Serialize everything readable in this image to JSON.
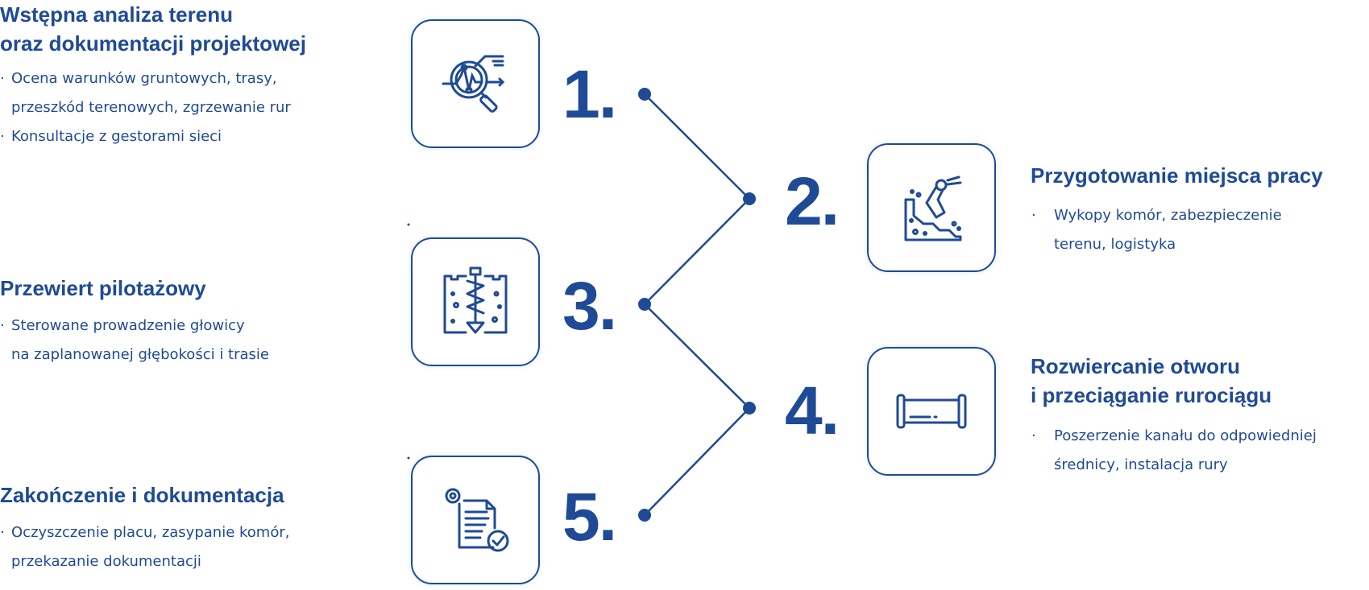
{
  "steps": [
    {
      "number": "1.",
      "title_lines": [
        "Wstępna analiza terenu",
        "oraz dokumentacji projektowej"
      ],
      "bullets": [
        [
          "Ocena warunków gruntowych, trasy,",
          "przeszkód terenowych, zgrzewanie rur"
        ],
        [
          "Konsultacje z gestorami sieci"
        ]
      ],
      "icon": "magnifier-analysis-icon"
    },
    {
      "number": "2.",
      "title_lines": [
        "Przygotowanie miejsca pracy"
      ],
      "bullets": [
        [
          "Wykopy komór, zabezpieczenie",
          "terenu, logistyka"
        ]
      ],
      "icon": "excavator-icon"
    },
    {
      "number": "3.",
      "title_lines": [
        "Przewiert pilotażowy"
      ],
      "bullets": [
        [
          "Sterowane prowadzenie głowicy",
          "na zaplanowanej głębokości i trasie"
        ]
      ],
      "icon": "drill-icon"
    },
    {
      "number": "4.",
      "title_lines": [
        "Rozwiercanie otworu",
        "i przeciąganie rurociągu"
      ],
      "bullets": [
        [
          "Poszerzenie kanału do odpowiedniej",
          "średnicy, instalacja rury"
        ]
      ],
      "icon": "pipe-icon"
    },
    {
      "number": "5.",
      "title_lines": [
        "Zakończenie i dokumentacja"
      ],
      "bullets": [
        [
          "Oczyszczenie placu, zasypanie komór,",
          "przekazanie dokumentacji"
        ]
      ],
      "icon": "document-check-icon"
    }
  ],
  "bullet_char": "·",
  "colors": {
    "primary": "#1f4a96"
  }
}
